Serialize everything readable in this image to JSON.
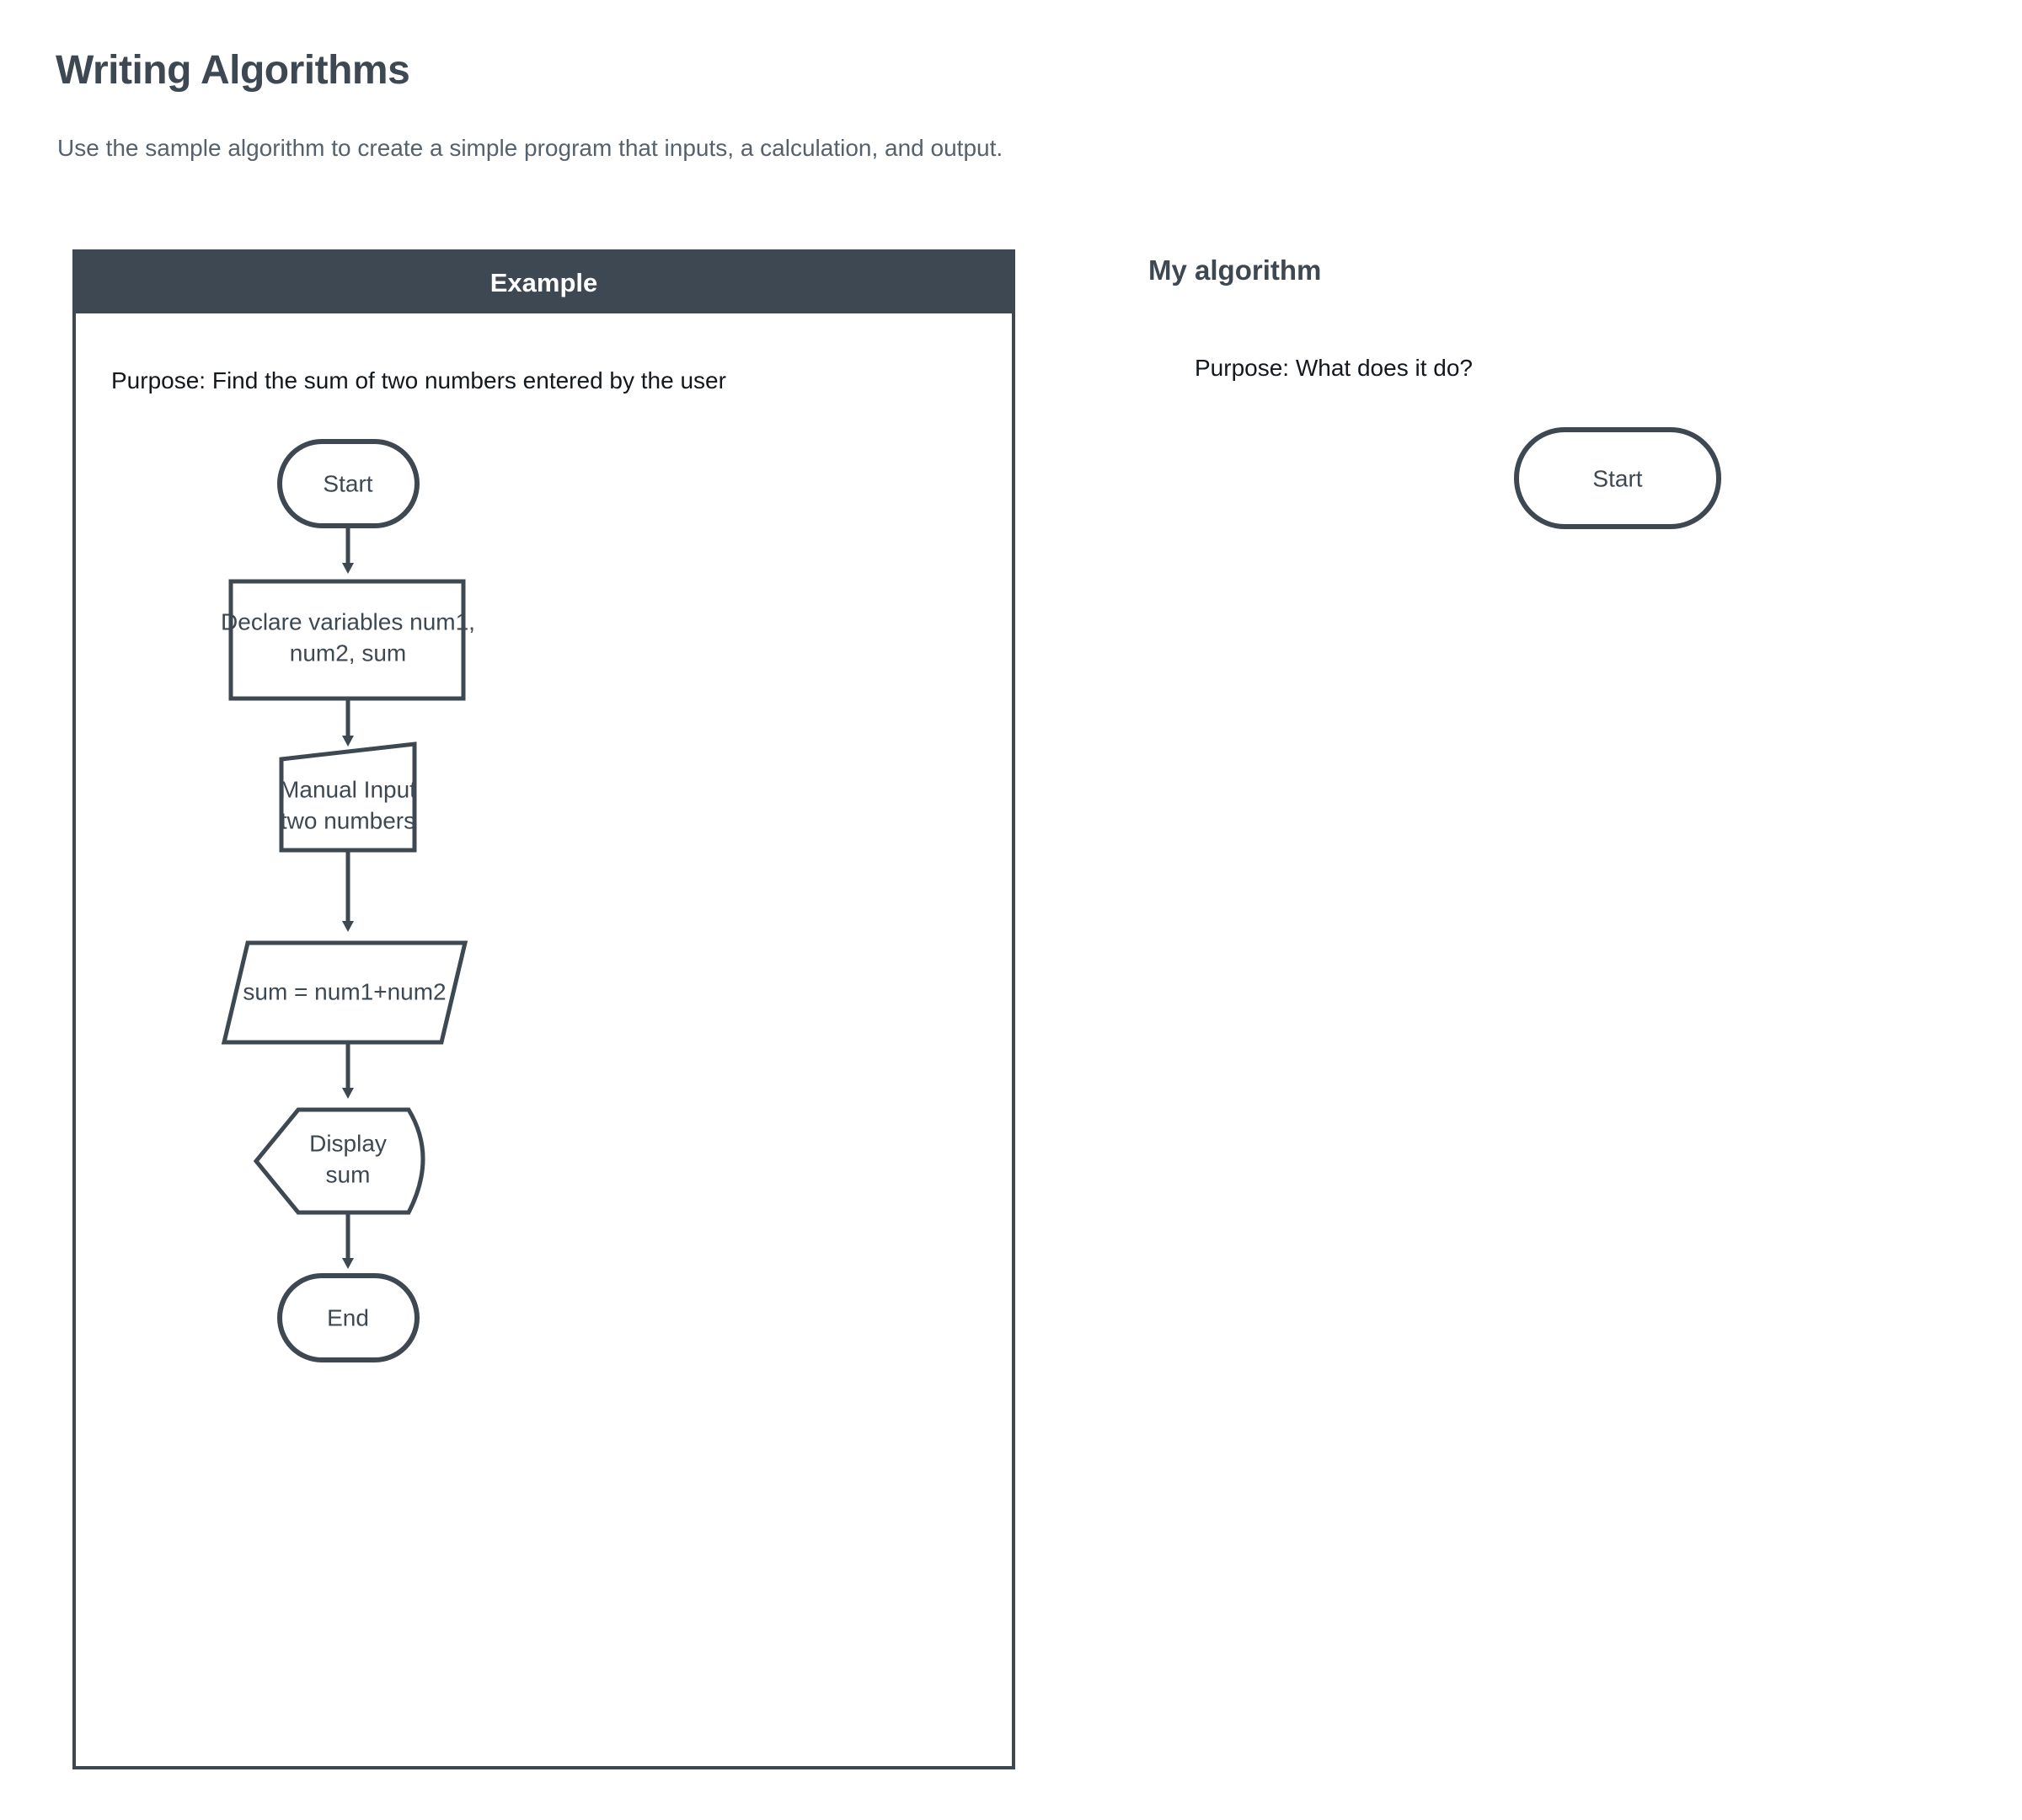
{
  "page": {
    "title": "Writing Algorithms",
    "subtitle": "Use the sample algorithm to create a simple program that inputs, a calculation, and output."
  },
  "colors": {
    "ink": "#3d4852",
    "header_bg": "#3d4852",
    "header_text": "#ffffff",
    "body_text": "#13181d",
    "subtitle_text": "#55616c",
    "canvas": "#ffffff"
  },
  "example_panel": {
    "header_label": "Example",
    "purpose": "Purpose: Find the sum of two numbers entered by the user",
    "flowchart": {
      "type": "flowchart",
      "direction": "top-to-bottom",
      "nodes": [
        {
          "id": "start",
          "shape": "terminator",
          "label": "Start"
        },
        {
          "id": "declare",
          "shape": "process",
          "label_line1": "Declare variables num1,",
          "label_line2": "num2, sum"
        },
        {
          "id": "input",
          "shape": "manual-input",
          "label_line1": "Manual Input",
          "label_line2": "two numbers"
        },
        {
          "id": "calc",
          "shape": "parallelogram",
          "label": "sum = num1+num2"
        },
        {
          "id": "display",
          "shape": "display",
          "label_line1": "Display",
          "label_line2": "sum"
        },
        {
          "id": "end",
          "shape": "terminator",
          "label": "End"
        }
      ],
      "edges": [
        {
          "from": "start",
          "to": "declare"
        },
        {
          "from": "declare",
          "to": "input"
        },
        {
          "from": "input",
          "to": "calc"
        },
        {
          "from": "calc",
          "to": "display"
        },
        {
          "from": "display",
          "to": "end"
        }
      ]
    }
  },
  "my_algorithm": {
    "title": "My algorithm",
    "purpose": "Purpose: What does it do?",
    "flowchart": {
      "type": "flowchart",
      "direction": "top-to-bottom",
      "nodes": [
        {
          "id": "start",
          "shape": "terminator",
          "label": "Start"
        }
      ],
      "edges": []
    }
  }
}
